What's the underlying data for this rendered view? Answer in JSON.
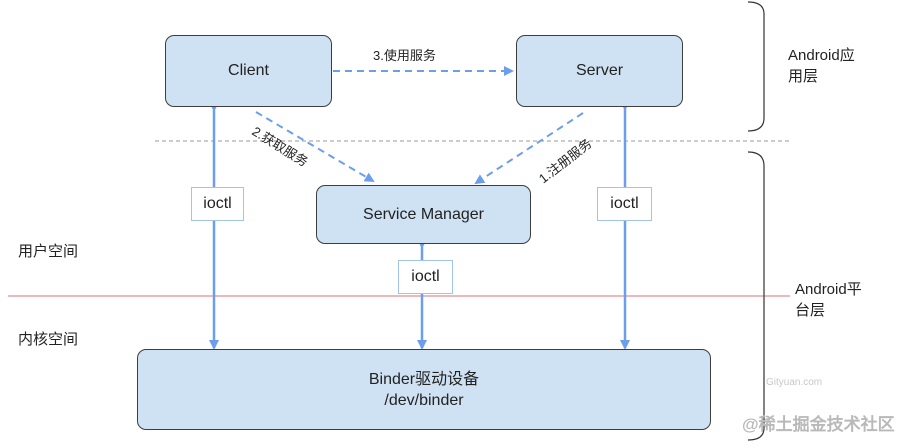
{
  "nodes": {
    "client": "Client",
    "server": "Server",
    "service_manager": "Service Manager",
    "binder_line1": "Binder驱动设备",
    "binder_line2": "/dev/binder"
  },
  "edges": {
    "use_service": "3.使用服务",
    "get_service": "2.获取服务",
    "register_service": "1.注册服务"
  },
  "ioctl_labels": [
    "ioctl",
    "ioctl",
    "ioctl"
  ],
  "regions": {
    "user_space": "用户空间",
    "kernel_space": "内核空间",
    "android_app_layer_1": "Android应",
    "android_app_layer_2": "用层",
    "android_platform_layer_1": "Android平",
    "android_platform_layer_2": "台层"
  },
  "watermarks": {
    "gityuan": "Gityuan.com",
    "juejin": "@稀土掘金技术社区"
  },
  "colors": {
    "box_fill": "#cfe2f3",
    "arrow": "#6d9eeb",
    "boundary_red": "#e6a1a8"
  }
}
